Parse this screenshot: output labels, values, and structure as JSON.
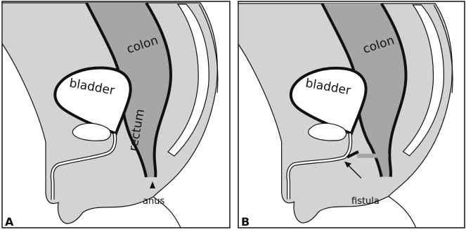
{
  "panels": [
    {
      "letter": "A",
      "labels": {
        "colon": "colon",
        "bladder": "bladder",
        "rectum": "rectum",
        "anus": "anus"
      }
    },
    {
      "letter": "B",
      "labels": {
        "colon": "colon",
        "bladder": "bladder",
        "fistula": "fistula"
      }
    }
  ],
  "colors": {
    "tissue": "#d3d3d3",
    "colon_fill": "#a6a6a6",
    "outline": "#111111",
    "background": "#ffffff"
  }
}
